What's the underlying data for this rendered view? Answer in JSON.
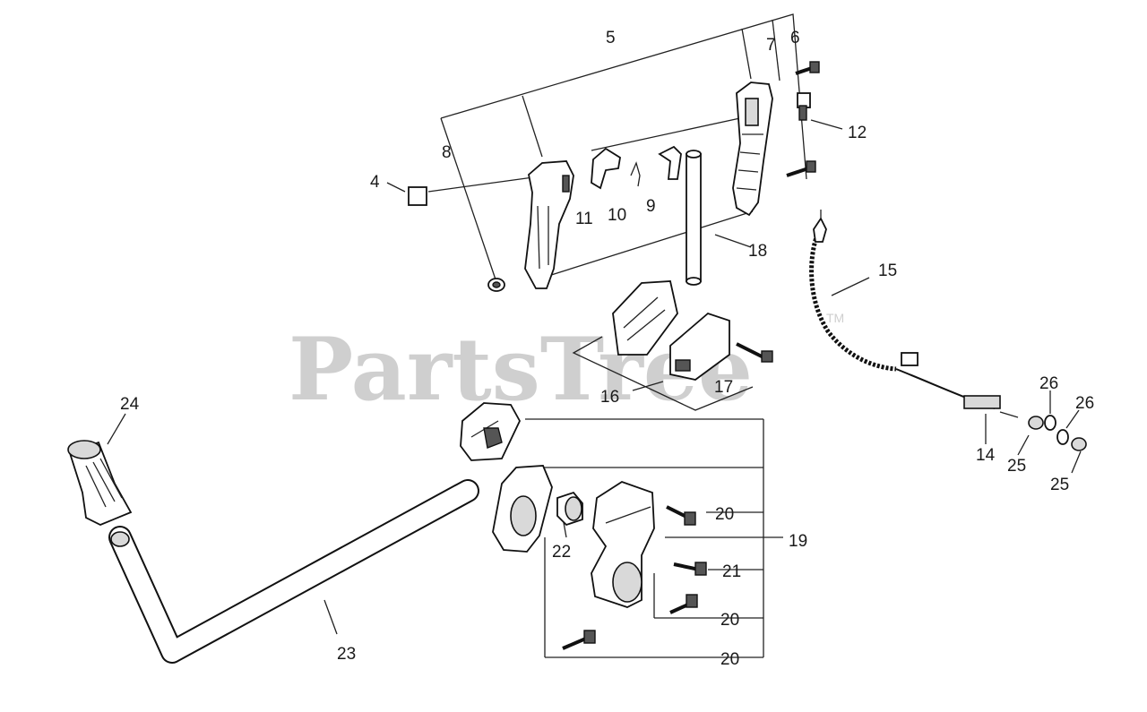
{
  "watermark": {
    "text": "PartsTree",
    "trademark": "TM"
  },
  "callouts": {
    "c4": "4",
    "c5": "5",
    "c6": "6",
    "c7": "7",
    "c8": "8",
    "c9": "9",
    "c10": "10",
    "c11": "11",
    "c12": "12",
    "c14": "14",
    "c15": "15",
    "c16": "16",
    "c17": "17",
    "c18": "18",
    "c19": "19",
    "c20a": "20",
    "c20b": "20",
    "c20c": "20",
    "c21": "21",
    "c22": "22",
    "c23": "23",
    "c24": "24",
    "c25a": "25",
    "c25b": "25",
    "c26a": "26",
    "c26b": "26"
  }
}
